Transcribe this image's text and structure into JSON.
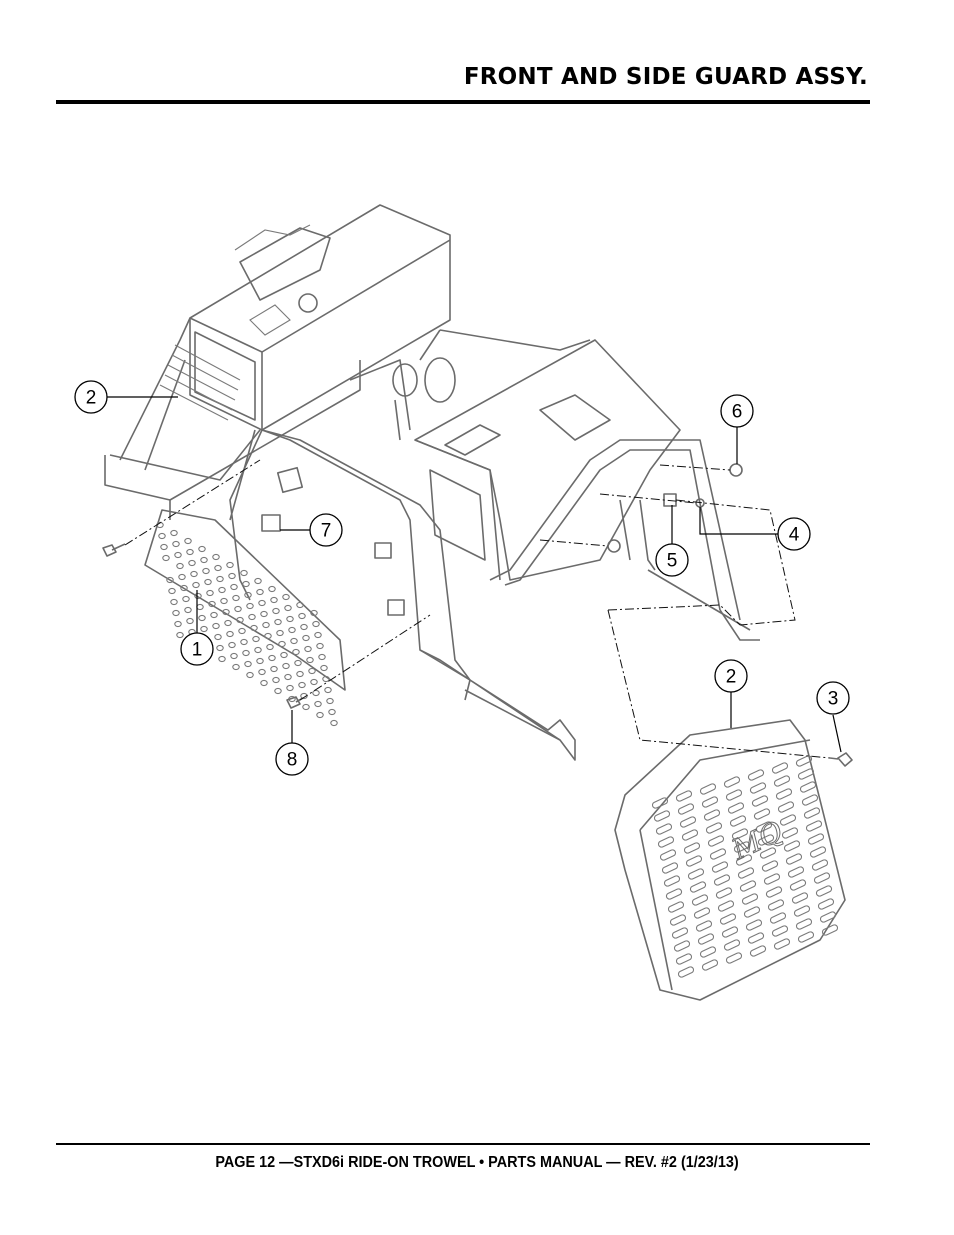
{
  "page": {
    "title": "FRONT AND SIDE GUARD ASSY.",
    "footer": "PAGE 12 —STXD6i RIDE-ON TROWEL • PARTS MANUAL — REV. #2 (1/23/13)"
  },
  "callouts": [
    {
      "label": "1"
    },
    {
      "label": "2"
    },
    {
      "label": "2"
    },
    {
      "label": "3"
    },
    {
      "label": "4"
    },
    {
      "label": "5"
    },
    {
      "label": "6"
    },
    {
      "label": "7"
    },
    {
      "label": "8"
    }
  ],
  "logo_text": "MQ"
}
